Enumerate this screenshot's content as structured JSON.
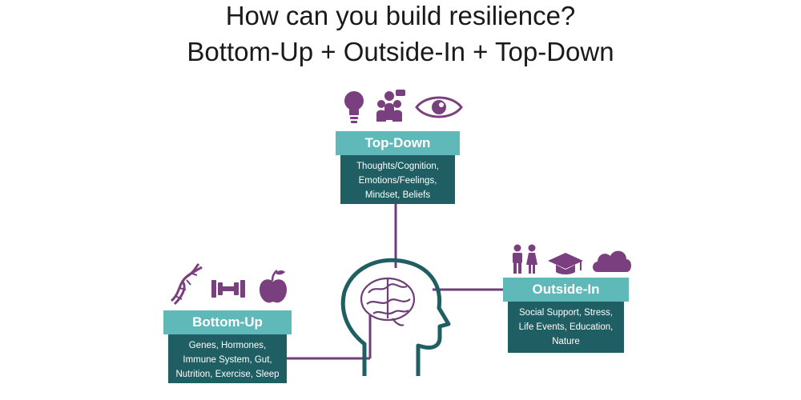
{
  "title": {
    "line1": "How can you build resilience?",
    "line2": "Bottom-Up + Outside-In + Top-Down"
  },
  "colors": {
    "header": "#5fb9b9",
    "body": "#1f5f63",
    "icon": "#7a3f7f",
    "line": "#6e3f77",
    "head": "#1f5f63"
  },
  "boxes": {
    "top_down": {
      "heading": "Top-Down",
      "lines": [
        "Thoughts/Cognition,",
        "Emotions/Feelings,",
        "Mindset, Beliefs"
      ],
      "icons": [
        "lightbulb-icon",
        "group-icon",
        "eye-icon"
      ]
    },
    "bottom_up": {
      "heading": "Bottom-Up",
      "lines": [
        "Genes, Hormones,",
        "Immune System, Gut,",
        "Nutrition, Exercise, Sleep"
      ],
      "icons": [
        "dna-icon",
        "dumbbell-icon",
        "apple-icon"
      ]
    },
    "outside_in": {
      "heading": "Outside-In",
      "lines": [
        "Social Support, Stress,",
        "Life Events, Education,",
        "Nature"
      ],
      "icons": [
        "people-icon",
        "graduation-cap-icon",
        "cloud-icon"
      ]
    }
  }
}
